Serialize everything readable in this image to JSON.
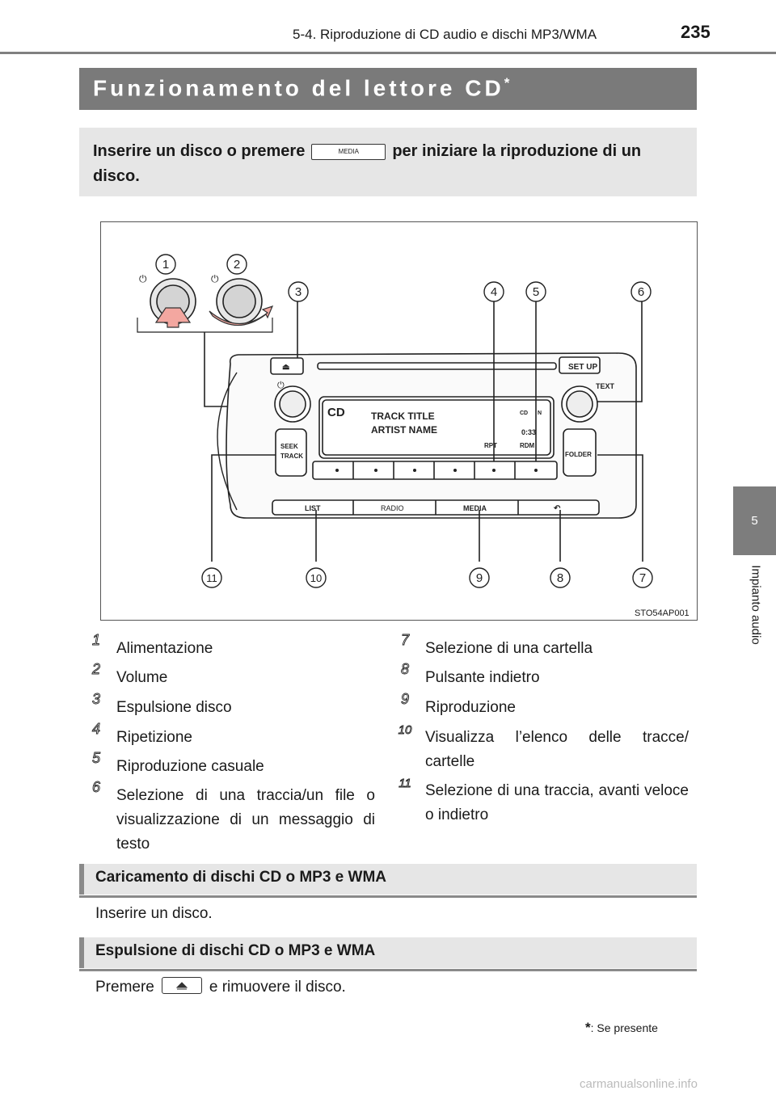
{
  "header": {
    "section": "5-4. Riproduzione di CD audio e dischi MP3/WMA",
    "page_number": "235"
  },
  "side_tab": {
    "number": "5",
    "label": "Impianto audio"
  },
  "title": {
    "text": "Funzionamento del lettore CD",
    "marker": "*"
  },
  "intro": {
    "before": "Inserire un disco o premere",
    "key_label": "MEDIA",
    "after": "per iniziare la riproduzione di un",
    "line2": "disco."
  },
  "figure": {
    "code": "STO54AP001",
    "callouts": [
      "1",
      "2",
      "3",
      "4",
      "5",
      "6",
      "7",
      "8",
      "9",
      "10",
      "11"
    ],
    "panel": {
      "setup": "SET UP",
      "text": "TEXT",
      "cd_logo": "CD",
      "track_title": "TRACK TITLE",
      "artist_name": "ARTIST NAME",
      "cd_badge": "CD",
      "n_badge": "N",
      "time": "0:33",
      "rpt": "RPT",
      "rdm": "RDM",
      "seek": "SEEK",
      "track": "TRACK",
      "folder": "FOLDER",
      "list": "LIST",
      "radio": "RADIO",
      "media": "MEDIA"
    }
  },
  "legend": {
    "left": [
      {
        "num": "1",
        "text": "Alimentazione"
      },
      {
        "num": "2",
        "text": "Volume"
      },
      {
        "num": "3",
        "text": "Espulsione disco"
      },
      {
        "num": "4",
        "text": "Ripetizione"
      },
      {
        "num": "5",
        "text": "Riproduzione casuale"
      },
      {
        "num": "6",
        "text": "Selezione di una traccia/un file o visualizzazione di un messaggio di testo"
      }
    ],
    "right": [
      {
        "num": "7",
        "text": "Selezione di una cartella"
      },
      {
        "num": "8",
        "text": "Pulsante indietro"
      },
      {
        "num": "9",
        "text": "Riproduzione"
      },
      {
        "num": "10",
        "text": "Visualizza l’elenco delle tracce/ cartelle"
      },
      {
        "num": "11",
        "text": "Selezione di una traccia, avanti veloce o indietro"
      }
    ]
  },
  "sections": [
    {
      "title": "Caricamento di dischi CD o MP3 e WMA",
      "body": "Inserire un disco."
    },
    {
      "title": "Espulsione di dischi CD o MP3 e WMA",
      "body_before": "Premere",
      "body_after": "e rimuovere il disco."
    }
  ],
  "footnote": {
    "marker": "*",
    "text": ": Se presente"
  },
  "watermark": "carmanualsonline.info"
}
